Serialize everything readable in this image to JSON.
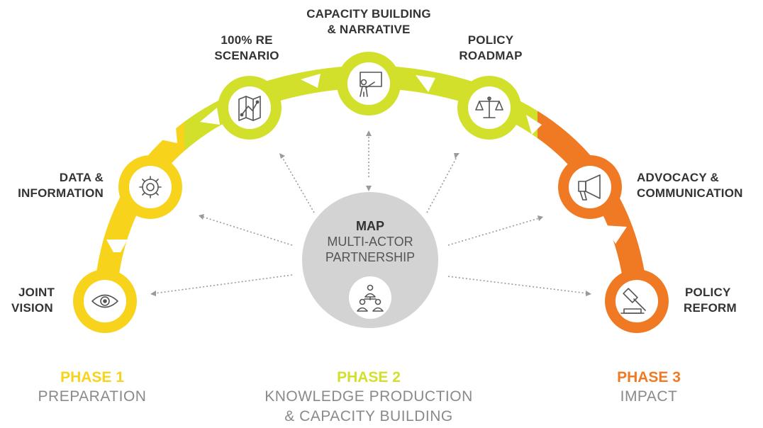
{
  "colors": {
    "yellow": "#f7d31c",
    "lime": "#d2df2b",
    "orange": "#f07a24",
    "hub": "#d3d3d3",
    "text": "#333333",
    "subtext": "#8a8a8a"
  },
  "steps": [
    {
      "id": "joint-vision",
      "line1": "JOINT",
      "line2": "VISION",
      "icon": "eye-icon"
    },
    {
      "id": "data-information",
      "line1": "DATA &",
      "line2": "INFORMATION",
      "icon": "gear-icon"
    },
    {
      "id": "re-scenario",
      "line1": "100% RE",
      "line2": "SCENARIO",
      "icon": "map-icon"
    },
    {
      "id": "capacity-building",
      "line1": "CAPACITY BUILDING",
      "line2": "& NARRATIVE",
      "icon": "presentation-icon"
    },
    {
      "id": "policy-roadmap",
      "line1": "POLICY",
      "line2": "ROADMAP",
      "icon": "scales-icon"
    },
    {
      "id": "advocacy",
      "line1": "ADVOCACY &",
      "line2": "COMMUNICATION",
      "icon": "megaphone-icon"
    },
    {
      "id": "policy-reform",
      "line1": "POLICY",
      "line2": "REFORM",
      "icon": "gavel-icon"
    }
  ],
  "hub": {
    "title": "MAP",
    "line1": "MULTI-ACTOR",
    "line2": "PARTNERSHIP",
    "icon": "people-network-icon"
  },
  "phases": [
    {
      "title": "PHASE 1",
      "line1": "PREPARATION",
      "line2": ""
    },
    {
      "title": "PHASE 2",
      "line1": "KNOWLEDGE PRODUCTION",
      "line2": "& CAPACITY BUILDING"
    },
    {
      "title": "PHASE 3",
      "line1": "IMPACT",
      "line2": ""
    }
  ]
}
